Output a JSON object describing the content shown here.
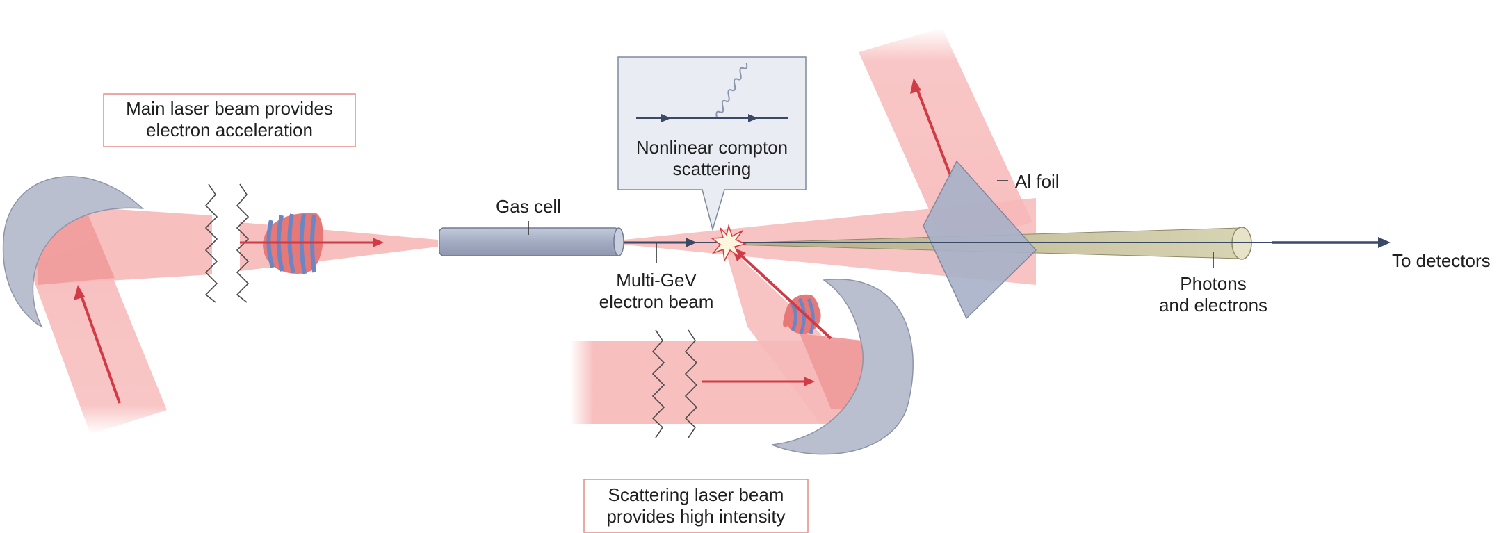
{
  "labels": {
    "main_laser_line1": "Main laser beam provides",
    "main_laser_line2": "electron acceleration",
    "compton_line1": "Nonlinear compton",
    "compton_line2": "scattering",
    "gas_cell": "Gas cell",
    "electron_beam_line1": "Multi-GeV",
    "electron_beam_line2": "electron beam",
    "al_foil": "Al foil",
    "photons_line1": "Photons",
    "photons_line2": "and electrons",
    "detectors": "To detectors",
    "scatter_laser_line1": "Scattering laser beam",
    "scatter_laser_line2": "provides high intensity"
  },
  "colors": {
    "laser_beam": "#f7b8b8",
    "laser_overlap": "#ef9b9b",
    "arrow_red": "#d13b45",
    "electron_beam": "#3a4a66",
    "mirror": "#b9bfcf",
    "mirror_edge": "#8e95a8",
    "gas_cell": "#a9b2c7",
    "photon_cone": "#c6c29a",
    "callout_bg": "#e9edf3",
    "label_box_border": "#e88a8a",
    "pulse_blue": "#6b86c2"
  }
}
